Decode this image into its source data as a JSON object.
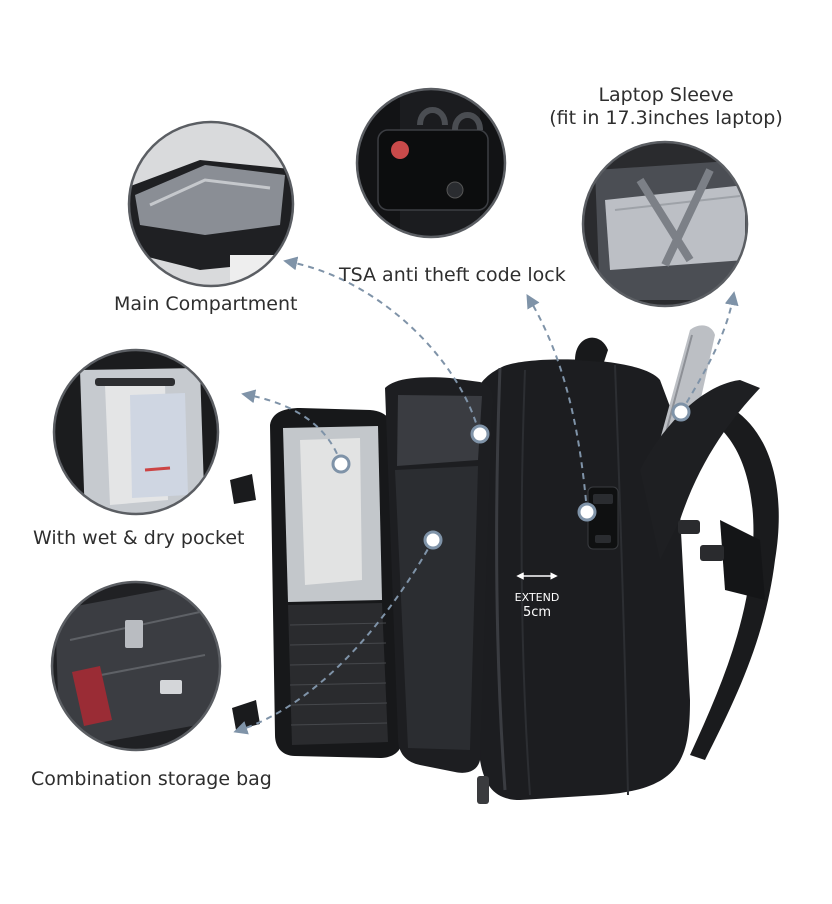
{
  "labels": {
    "main_compartment": "Main Compartment",
    "tsa_lock": "TSA anti theft code lock",
    "laptop_sleeve_line1": "Laptop Sleeve",
    "laptop_sleeve_line2": "(fit in 17.3inches laptop)",
    "wet_dry_pocket": "With wet & dry pocket",
    "combination_bag": "Combination storage bag",
    "extend_word": "EXTEND",
    "extend_size": "5cm"
  },
  "colors": {
    "background": "#ffffff",
    "bag": "#1c1d20",
    "bag_edge": "#34363b",
    "lining": "#bfc3c8",
    "marker": "#7f93a8",
    "circle_border": "#5b5e63"
  },
  "icons": [
    "callout-dot-icon",
    "dashed-arrow-icon",
    "double-arrow-icon"
  ]
}
